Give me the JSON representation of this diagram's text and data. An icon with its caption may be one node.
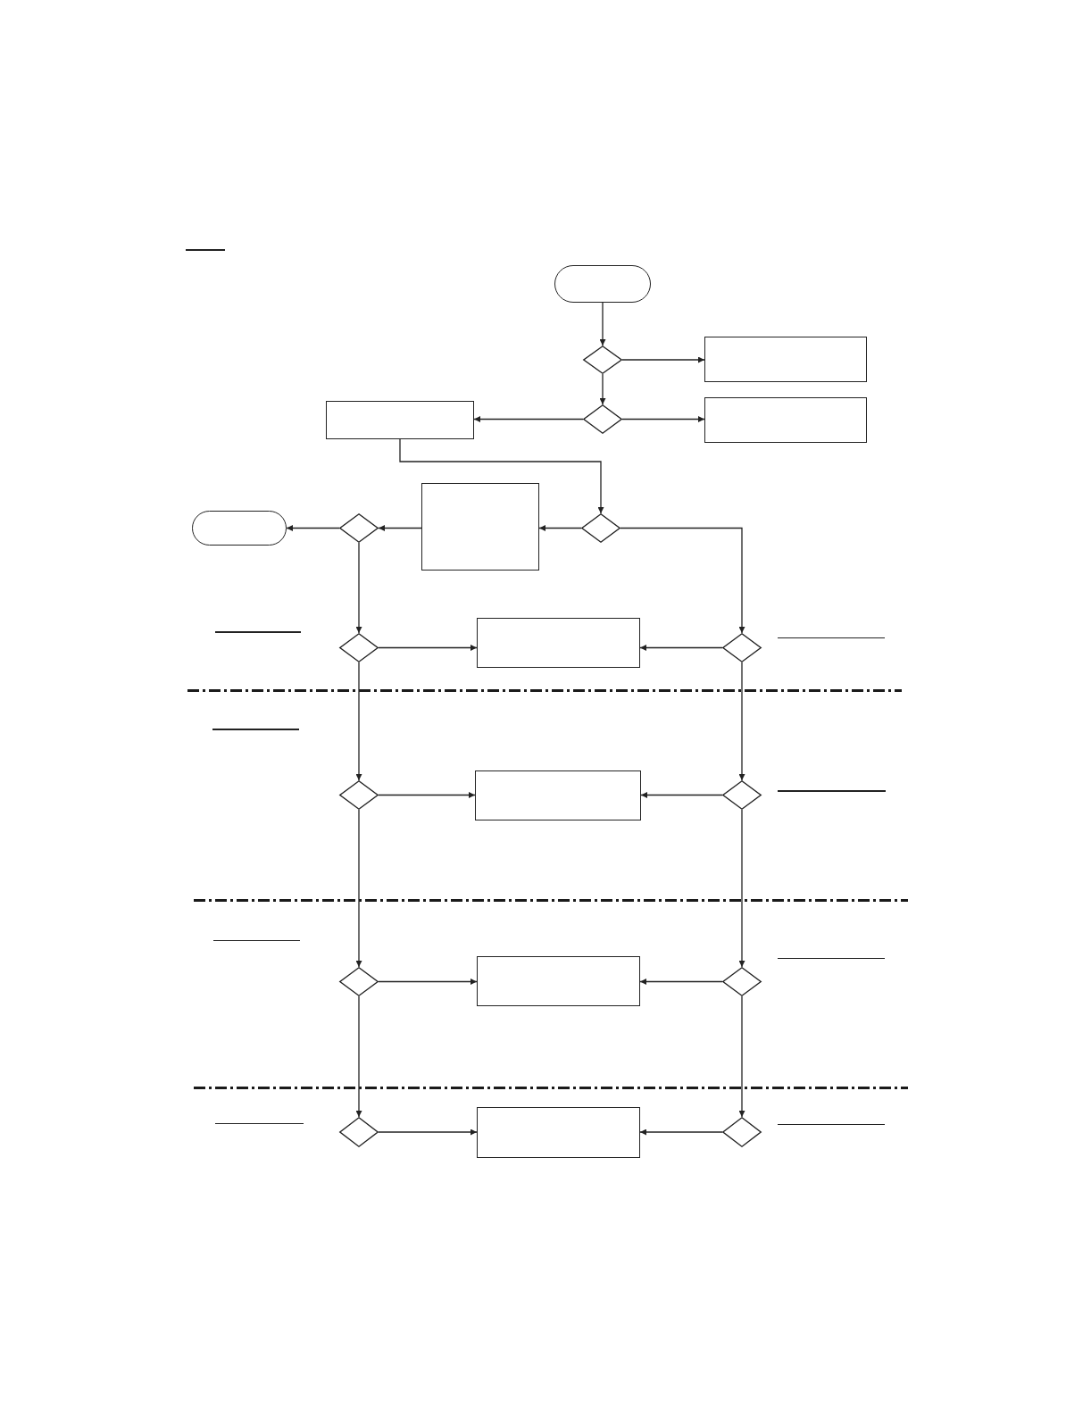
{
  "diagram": {
    "nodes": [
      {
        "text": [],
        "shape": "oval"
      },
      {
        "text": [],
        "shape": "diamond"
      },
      {
        "text": [],
        "shape": "box"
      },
      {
        "text": [],
        "shape": "box"
      },
      {
        "text": [],
        "shape": "diamond"
      },
      {
        "text": [],
        "shape": "box"
      },
      {
        "text": [],
        "shape": "oval"
      },
      {
        "text": [],
        "shape": "diamond"
      },
      {
        "text": [],
        "shape": "box"
      },
      {
        "text": [],
        "shape": "diamond"
      },
      {
        "text": [],
        "shape": "diamond"
      },
      {
        "text": [],
        "shape": "box"
      },
      {
        "text": [],
        "shape": "diamond"
      },
      {
        "text": [],
        "shape": "diamond"
      },
      {
        "text": [],
        "shape": "box"
      },
      {
        "text": [],
        "shape": "diamond"
      },
      {
        "text": [],
        "shape": "diamond"
      },
      {
        "text": [],
        "shape": "box"
      },
      {
        "text": [],
        "shape": "diamond"
      },
      {
        "text": [],
        "shape": "diamond"
      },
      {
        "text": [],
        "shape": "box"
      },
      {
        "text": [],
        "shape": "diamond"
      }
    ],
    "edges": [
      {
        "from": 0,
        "to": 1,
        "arrow": "to"
      },
      {
        "from": 1,
        "to": 2,
        "arrow": "to"
      },
      {
        "from": 1,
        "to": 4,
        "arrow": "to"
      },
      {
        "from": 4,
        "to": 3,
        "arrow": "to"
      },
      {
        "from": 4,
        "to": 5,
        "arrow": "to"
      },
      {
        "from": 3,
        "to": 9,
        "arrow": "to"
      },
      {
        "from": 9,
        "to": 8,
        "arrow": "to"
      },
      {
        "from": 8,
        "to": 7,
        "arrow": "to"
      },
      {
        "from": 7,
        "to": 6,
        "arrow": "to"
      },
      {
        "from": 7,
        "to": 10,
        "arrow": "to"
      },
      {
        "from": 9,
        "to": 12,
        "arrow": "to"
      },
      {
        "from": 10,
        "to": 11,
        "arrow": "to"
      },
      {
        "from": 12,
        "to": 11,
        "arrow": "to"
      },
      {
        "from": 10,
        "to": 13,
        "arrow": "to"
      },
      {
        "from": 12,
        "to": 15,
        "arrow": "to"
      },
      {
        "from": 13,
        "to": 14,
        "arrow": "to"
      },
      {
        "from": 15,
        "to": 14,
        "arrow": "to"
      },
      {
        "from": 13,
        "to": 16,
        "arrow": "to"
      },
      {
        "from": 15,
        "to": 18,
        "arrow": "to"
      },
      {
        "from": 16,
        "to": 17,
        "arrow": "to"
      },
      {
        "from": 18,
        "to": 17,
        "arrow": "to"
      },
      {
        "from": 16,
        "to": 19,
        "arrow": "to"
      },
      {
        "from": 18,
        "to": 21,
        "arrow": "to"
      },
      {
        "from": 19,
        "to": 20,
        "arrow": "to"
      },
      {
        "from": 21,
        "to": 20,
        "arrow": "to"
      }
    ]
  }
}
